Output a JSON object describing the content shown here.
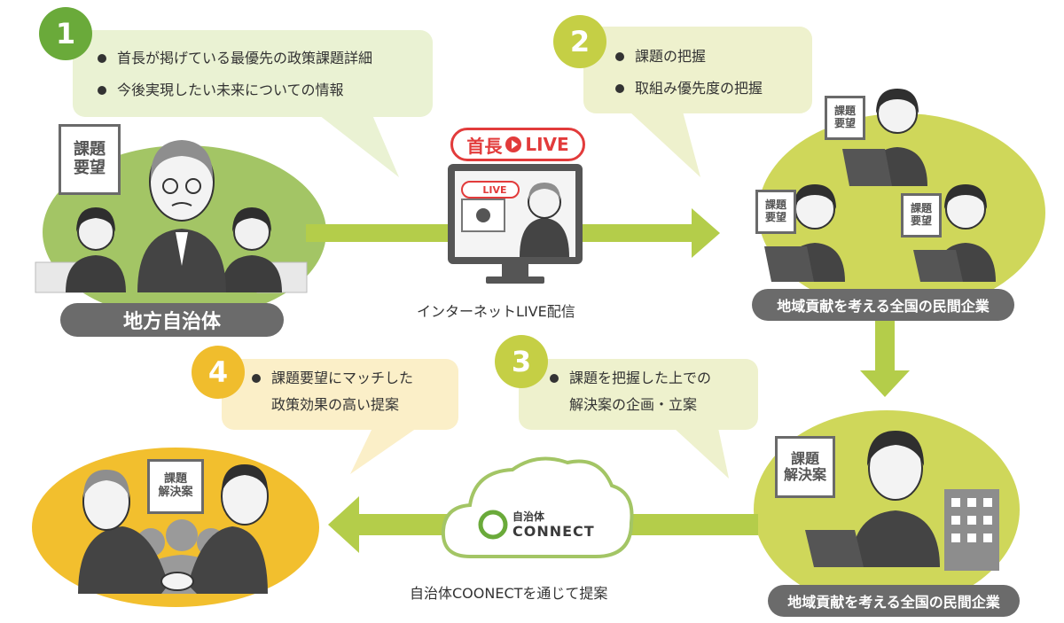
{
  "colors": {
    "green_dark": "#6aaa3a",
    "green_light": "#eaf2d3",
    "yellow_green": "#c5cf45",
    "yellow_green_light": "#eef1cd",
    "gold": "#f0bd2d",
    "gold_light": "#fbefc8",
    "ellipse_green": "#a3c565",
    "ellipse_olive": "#cfd75a",
    "ellipse_gold": "#f2bf2e",
    "arrow": "#b4cd4a",
    "pill_gray": "#6b6b6b",
    "live_red": "#e23b3b"
  },
  "steps": [
    {
      "number": "1",
      "bullets": [
        "首長が掲げている最優先の政策課題詳細",
        "今後実現したい未来についての情報"
      ]
    },
    {
      "number": "2",
      "bullets": [
        "課題の把握",
        "取組み優先度の把握"
      ]
    },
    {
      "number": "3",
      "bullets": [
        "課題を把握した上での解決案の企画・立案"
      ],
      "lines": [
        "課題を把握した上での",
        "解決案の企画・立案"
      ]
    },
    {
      "number": "4",
      "bullets": [
        "課題要望にマッチした政策効果の高い提案"
      ],
      "lines": [
        "課題要望にマッチした",
        "政策効果の高い提案"
      ]
    }
  ],
  "labels": {
    "municipality": "地方自治体",
    "companies_top": "地域貢献を考える全国の民間企業",
    "companies_bottom": "地域貢献を考える全国の民間企業",
    "live_caption": "インターネットLIVE配信",
    "connect_caption": "自治体COONECTを通じて提案"
  },
  "live": {
    "badge_prefix": "首長",
    "badge_suffix": "LIVE",
    "screen_badge": "LIVE"
  },
  "cloud": {
    "small": "自治体",
    "big": "CONNECT"
  },
  "tags": {
    "request_big": [
      "課題",
      "要望"
    ],
    "request_small": [
      "課題",
      "要望"
    ],
    "solution": [
      "課題",
      "解決案"
    ],
    "solution_small": [
      "課題",
      "解決案"
    ]
  }
}
